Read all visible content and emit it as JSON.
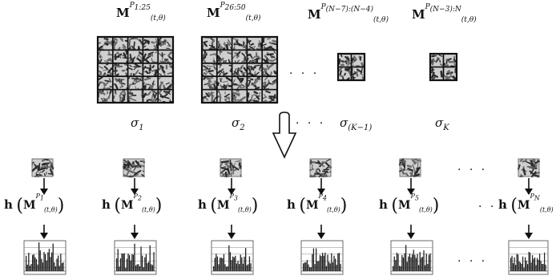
{
  "top_row": {
    "scales": [
      {
        "matrix": "M",
        "sup": "P",
        "sup_sub": "1:25",
        "sub": "(t,θ)",
        "sigma_sub": "1"
      },
      {
        "matrix": "M",
        "sup": "P",
        "sup_sub": "26:50",
        "sub": "(t,θ)",
        "sigma_sub": "2"
      },
      {
        "matrix": "M",
        "sup": "P",
        "sup_sub": "(N−7):(N−4)",
        "sub": "(t,θ)",
        "sigma_sub": "(K−1)"
      },
      {
        "matrix": "M",
        "sup": "P",
        "sup_sub": "(N−3):N",
        "sub": "(t,θ)",
        "sigma_sub": "K"
      }
    ],
    "sigma_symbol": "σ",
    "ellipsis": "· · ·"
  },
  "bottom_row": {
    "func": "h",
    "matrix": "M",
    "sub": "(t,θ)",
    "patches": [
      {
        "sup": "P",
        "sup_sub": "1"
      },
      {
        "sup": "P",
        "sup_sub": "2"
      },
      {
        "sup": "P",
        "sup_sub": "3"
      },
      {
        "sup": "P",
        "sup_sub": "4"
      },
      {
        "sup": "P",
        "sup_sub": "5"
      },
      {
        "sup": "P",
        "sup_sub": "N"
      }
    ],
    "ellipsis": "· · ·"
  },
  "colors": {
    "ink": "#111111",
    "patch_dark": "#2a2a2a",
    "patch_light": "#cfcfcf"
  }
}
